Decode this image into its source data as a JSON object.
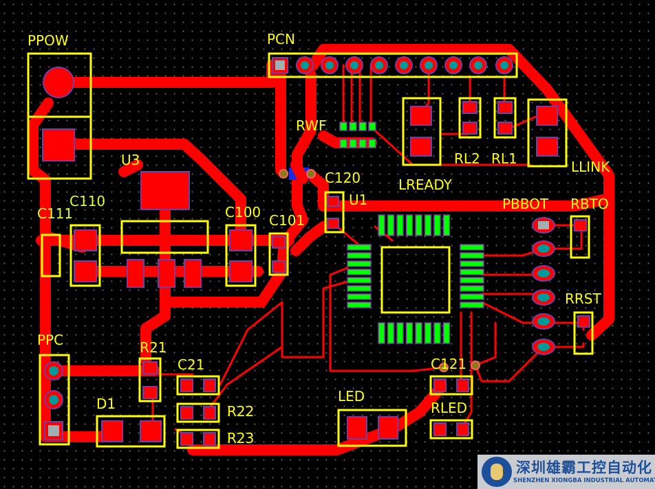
{
  "labels": {
    "PPOW": "PPOW",
    "PCN": "PCN",
    "RWF": "RWF",
    "U3": "U3",
    "C110": "C110",
    "C111": "C111",
    "C100": "C100",
    "C101": "C101",
    "C120": "C120",
    "U1": "U1",
    "LREADY": "LREADY",
    "PBBOT": "PBBOT",
    "RBTO": "RBTO",
    "RL2": "RL2",
    "RL1": "RL1",
    "LLINK": "LLINK",
    "RRST": "RRST",
    "PPC": "PPC",
    "R21": "R21",
    "C21": "C21",
    "D1": "D1",
    "R22": "R22",
    "R23": "R23",
    "LED": "LED",
    "C121": "C121",
    "RLED": "RLED"
  },
  "logo": {
    "chinese": "深圳雄霸工控自动化",
    "english": "SHENZHEN XIONGBA INDUSTRIAL AUTOMATION"
  },
  "colors": {
    "trace": "#ff0000",
    "silkscreen": "#ffff00",
    "smd_pad": "#00ff00",
    "through_hole": "#009a9a",
    "background": "#000000"
  }
}
